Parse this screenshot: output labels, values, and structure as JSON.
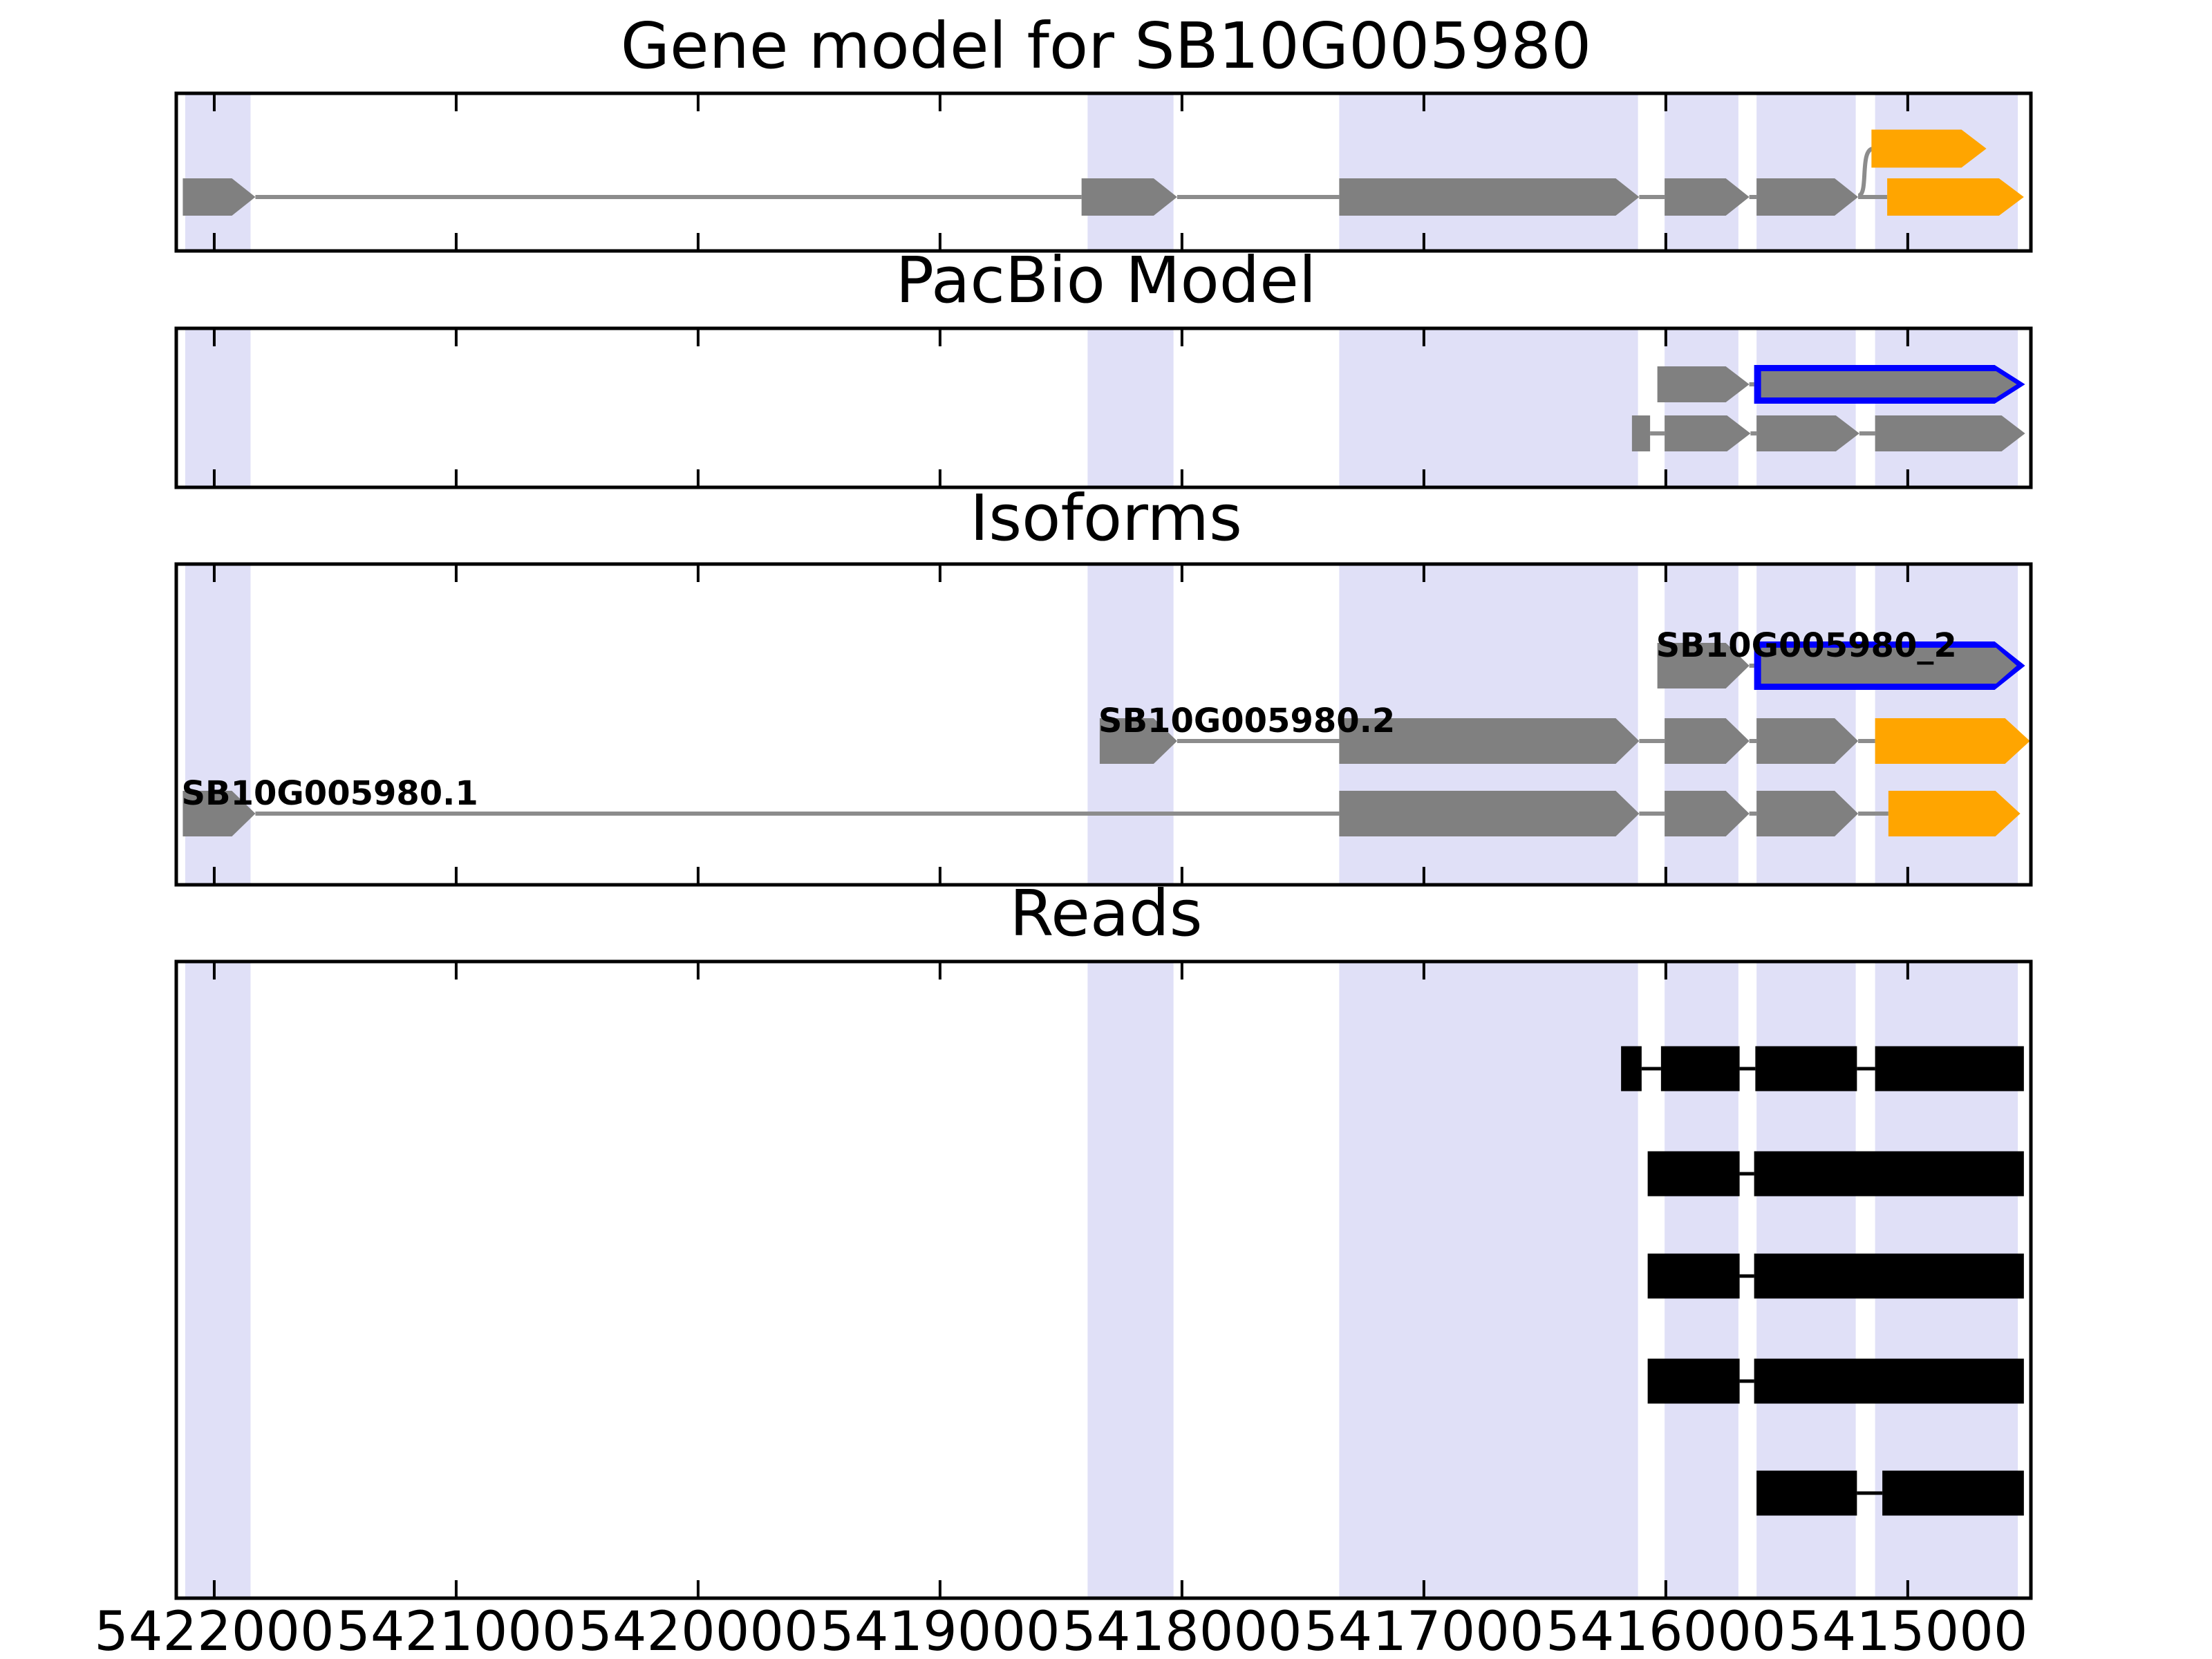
{
  "chart_data": {
    "type": "genome_browser_tracks",
    "gene_id": "SB10G005980",
    "axis": {
      "label_unit": "genomic coordinate (bp), decreasing left to right",
      "tick_values": [
        5422000,
        5421000,
        5420000,
        5419000,
        5418000,
        5417000,
        5416000,
        5415000
      ],
      "tick_labels": [
        "5422000",
        "5421000",
        "5420000",
        "5419000",
        "5418000",
        "5417000",
        "5416000",
        "5415000"
      ],
      "x_left_value": 5422157,
      "x_right_value": 5414491,
      "grid": false
    },
    "colors": {
      "background": "#ffffff",
      "panel_border": "#000000",
      "highlight_band": "#e0e0f7",
      "exon_gray": "#808080",
      "intron_line": "#8c8c8c",
      "utr_orange": "#ffa500",
      "selected_outline_blue": "#0000ff",
      "read_black": "#000000"
    },
    "highlight_regions": [
      {
        "start": 5422120,
        "end": 5421850
      },
      {
        "start": 5418390,
        "end": 5418035
      },
      {
        "start": 5417350,
        "end": 5416115
      },
      {
        "start": 5416005,
        "end": 5415700
      },
      {
        "start": 5415625,
        "end": 5415215
      },
      {
        "start": 5415135,
        "end": 5414545
      }
    ],
    "panels": [
      {
        "id": "gene_model",
        "title": "Gene model for SB10G005980",
        "main_transcript": [
          {
            "kind": "exon",
            "start": 5422130,
            "end": 5421830
          },
          {
            "kind": "exon",
            "start": 5418415,
            "end": 5418020
          },
          {
            "kind": "exon",
            "start": 5417350,
            "end": 5416110
          },
          {
            "kind": "exon",
            "start": 5416005,
            "end": 5415655
          },
          {
            "kind": "exon",
            "start": 5415625,
            "end": 5415205
          },
          {
            "kind": "orange_arrow",
            "start": 5415085,
            "end": 5414520
          }
        ],
        "alt_last_exon": {
          "kind": "orange_arrow",
          "start": 5415150,
          "end": 5414675
        }
      },
      {
        "id": "pacbio_model",
        "title": "PacBio Model",
        "transcripts": [
          {
            "exons": [
              {
                "kind": "exon",
                "start": 5416035,
                "end": 5415655
              },
              {
                "kind": "blue_outlined_arrow",
                "start": 5415635,
                "end": 5414515
              }
            ]
          },
          {
            "exons": [
              {
                "kind": "thick_bar",
                "start": 5416140,
                "end": 5416065
              },
              {
                "kind": "exon",
                "start": 5416005,
                "end": 5415650
              },
              {
                "kind": "exon",
                "start": 5415625,
                "end": 5415200
              },
              {
                "kind": "exon",
                "start": 5415135,
                "end": 5414515
              }
            ]
          }
        ]
      },
      {
        "id": "isoforms",
        "title": "Isoforms",
        "isoforms": [
          {
            "name": "SB10G005980_2",
            "exons": [
              {
                "kind": "exon",
                "start": 5416035,
                "end": 5415655
              },
              {
                "kind": "blue_outlined_arrow",
                "start": 5415635,
                "end": 5414515
              }
            ]
          },
          {
            "name": "SB10G005980.2",
            "exons": [
              {
                "kind": "exon",
                "start": 5418340,
                "end": 5418020
              },
              {
                "kind": "exon",
                "start": 5417350,
                "end": 5416110
              },
              {
                "kind": "exon",
                "start": 5416005,
                "end": 5415655
              },
              {
                "kind": "exon",
                "start": 5415625,
                "end": 5415205
              },
              {
                "kind": "orange_arrow",
                "start": 5415135,
                "end": 5414495
              }
            ]
          },
          {
            "name": "SB10G005980.1",
            "exons": [
              {
                "kind": "exon",
                "start": 5422130,
                "end": 5421830
              },
              {
                "kind": "exon",
                "start": 5417350,
                "end": 5416110
              },
              {
                "kind": "exon",
                "start": 5416005,
                "end": 5415655
              },
              {
                "kind": "exon",
                "start": 5415625,
                "end": 5415205
              },
              {
                "kind": "orange_arrow",
                "start": 5415080,
                "end": 5414535
              }
            ]
          }
        ]
      },
      {
        "id": "reads",
        "title": "Reads",
        "reads": [
          {
            "blocks": [
              {
                "start": 5416185,
                "end": 5416100
              },
              {
                "start": 5416020,
                "end": 5415695
              },
              {
                "start": 5415630,
                "end": 5415210
              },
              {
                "start": 5415135,
                "end": 5414520
              }
            ]
          },
          {
            "blocks": [
              {
                "start": 5416075,
                "end": 5415695
              },
              {
                "start": 5415635,
                "end": 5414520
              }
            ]
          },
          {
            "blocks": [
              {
                "start": 5416075,
                "end": 5415695
              },
              {
                "start": 5415635,
                "end": 5414520
              }
            ]
          },
          {
            "blocks": [
              {
                "start": 5416075,
                "end": 5415695
              },
              {
                "start": 5415635,
                "end": 5414520
              }
            ]
          },
          {
            "blocks": [
              {
                "start": 5415625,
                "end": 5415210
              },
              {
                "start": 5415105,
                "end": 5414520
              }
            ]
          }
        ]
      }
    ]
  }
}
